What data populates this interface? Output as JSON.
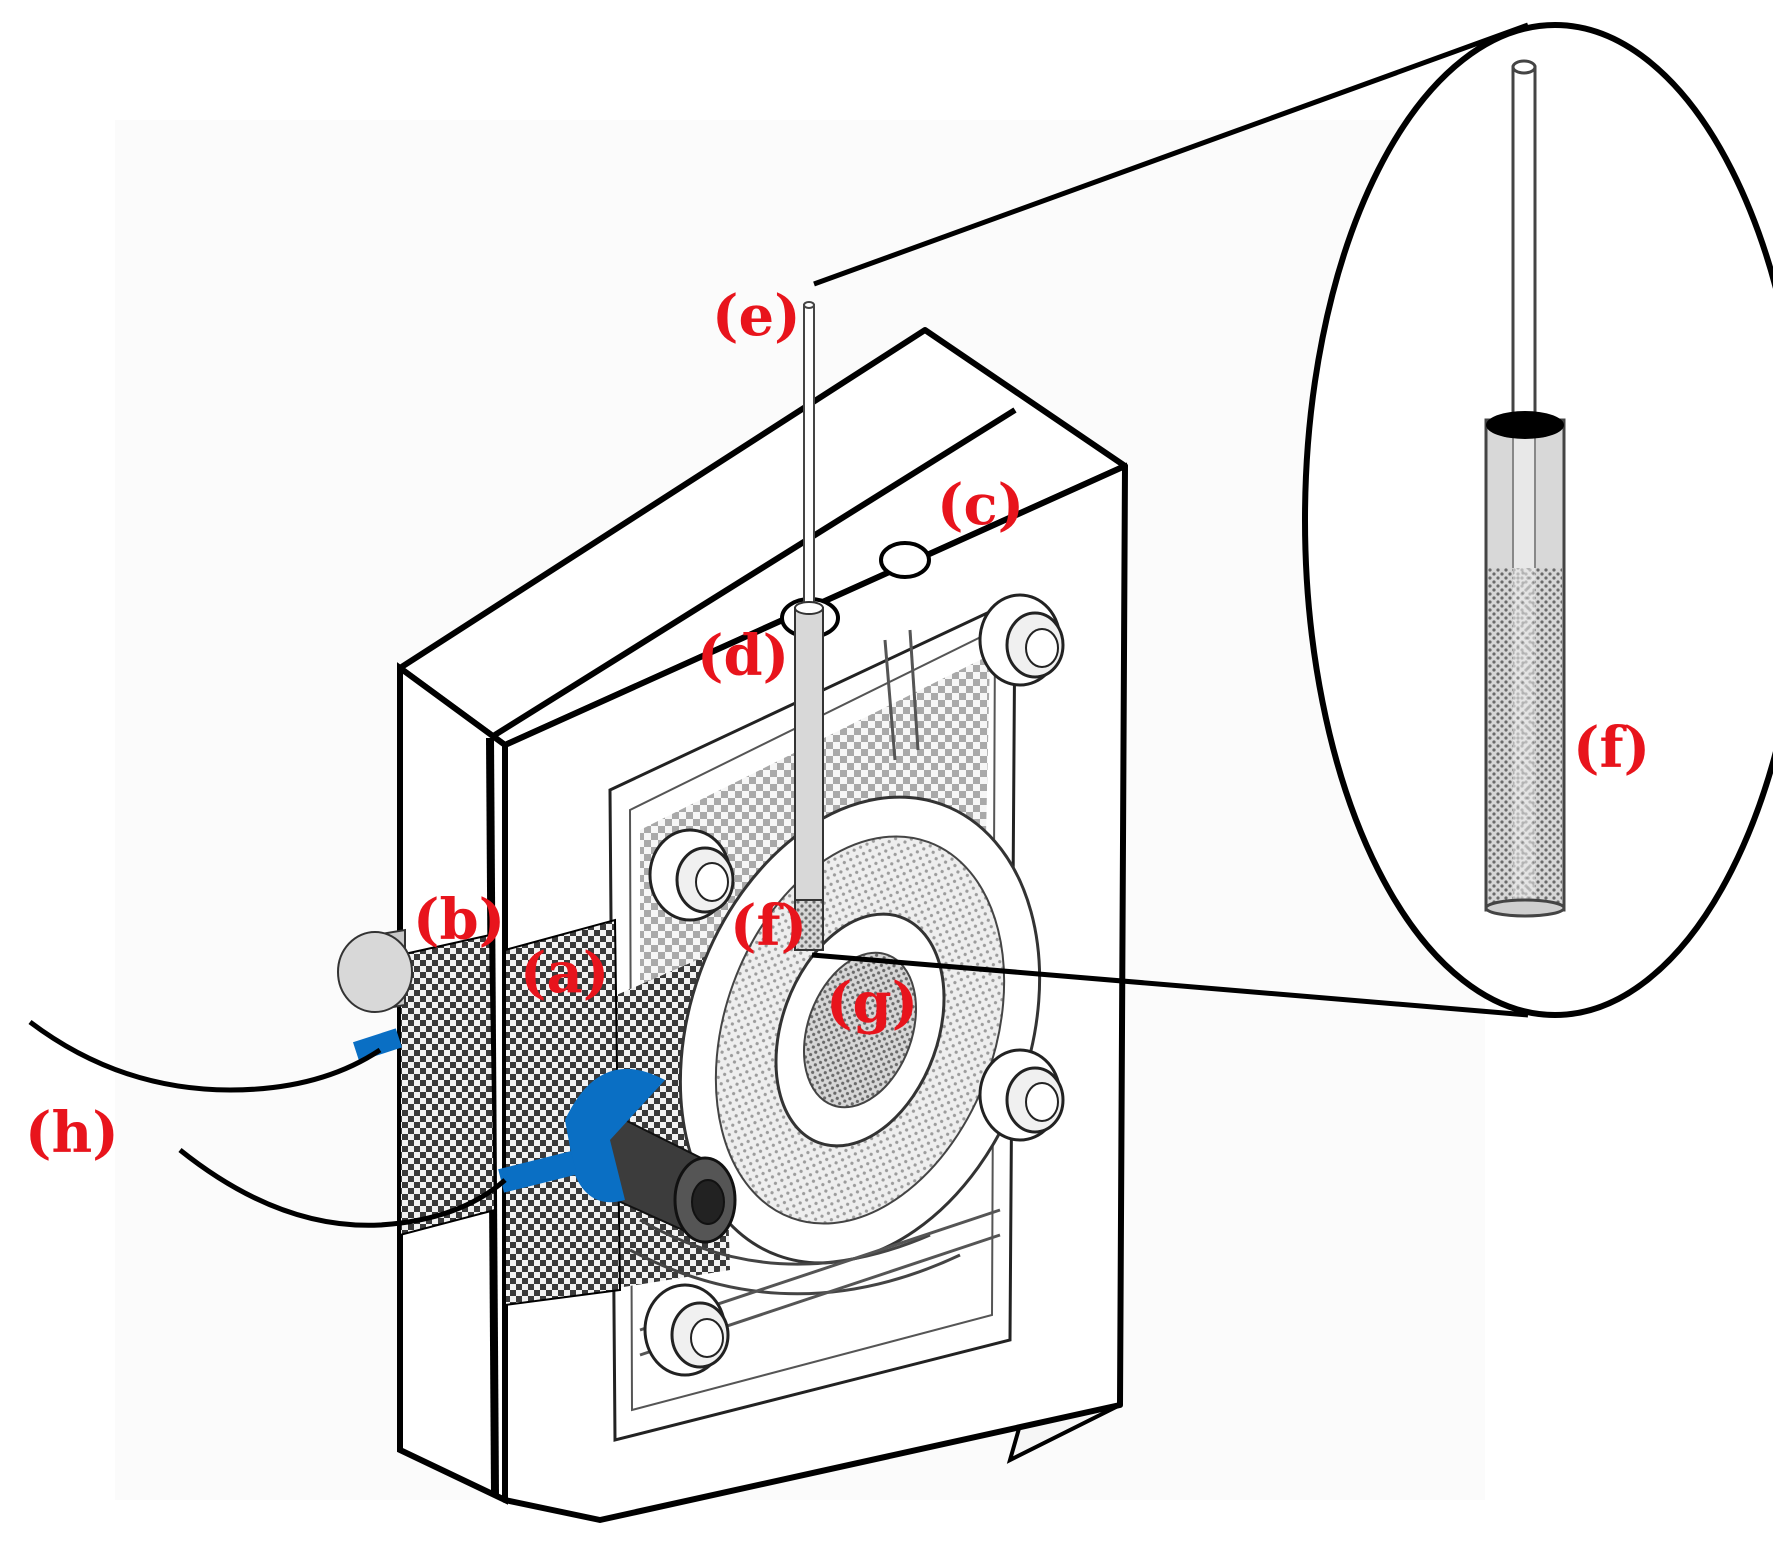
{
  "colors": {
    "label": "#e8141c",
    "connector": "#0a6fc4",
    "outline": "#000000",
    "tube_fill": "#cfcfcf",
    "metal_dark": "#4a4a4a"
  },
  "labels": {
    "a": "(a)",
    "b": "(b)",
    "c": "(c)",
    "d": "(d)",
    "e": "(e)",
    "f_main": "(f)",
    "f_zoom": "(f)",
    "g": "(g)",
    "h": "(h)"
  }
}
